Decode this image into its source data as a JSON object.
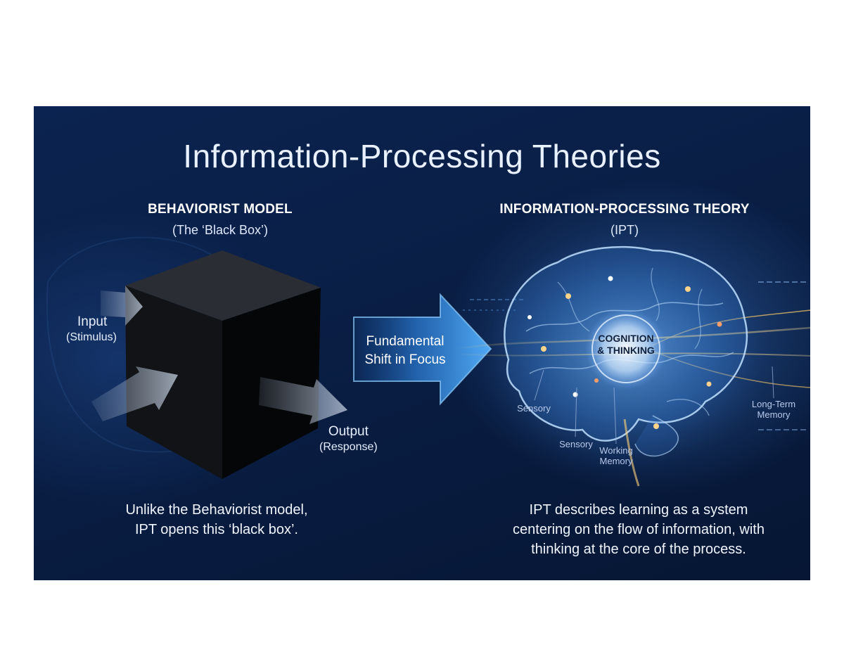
{
  "title": "Information-Processing Theories",
  "left": {
    "heading": "BEHAVIORIST MODEL",
    "subheading": "(The ‘Black Box’)",
    "input_label": "Input",
    "input_sub": "(Stimulus)",
    "output_label": "Output",
    "output_sub": "(Response)",
    "caption_line1": "Unlike the Behaviorist model,",
    "caption_line2": "IPT opens this ‘black box’."
  },
  "center": {
    "arrow_line1": "Fundamental",
    "arrow_line2": "Shift in Focus"
  },
  "right": {
    "heading": "INFORMATION-PROCESSING THEORY",
    "subheading": "(IPT)",
    "core_line1": "COGNITION",
    "core_line2": "& THINKING",
    "sensory_1": "Sensory",
    "sensory_2": "Sensory",
    "working_memory_line1": "Working",
    "working_memory_line2": "Memory",
    "long_term_line1": "Long-Term",
    "long_term_line2": "Memory",
    "caption_line1": "IPT describes learning as a system",
    "caption_line2": "centering on the flow of information, with",
    "caption_line3": "thinking at the core of the process."
  }
}
